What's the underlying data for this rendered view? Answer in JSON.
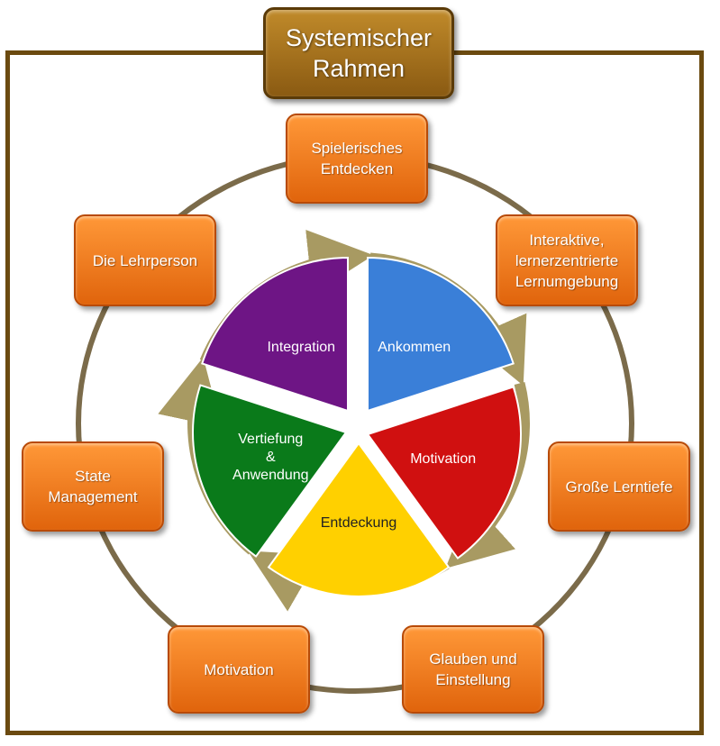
{
  "frame": {
    "title": "Systemischer\nRahmen"
  },
  "outer_boxes": [
    {
      "label": "Spielerisches\nEntdecken"
    },
    {
      "label": "Interaktive,\nlernerzentrierte\nLernumgebung"
    },
    {
      "label": "Große Lerntiefe"
    },
    {
      "label": "Glauben und\nEinstellung"
    },
    {
      "label": "Motivation"
    },
    {
      "label": "State\nManagement"
    },
    {
      "label": "Die Lehrperson"
    }
  ],
  "wheel": {
    "segments": [
      {
        "label": "Ankommen",
        "color": "#3a7fd8"
      },
      {
        "label": "Motivation",
        "color": "#d01010"
      },
      {
        "label": "Entdeckung",
        "color": "#ffd000"
      },
      {
        "label_lines": [
          "Vertiefung",
          "&",
          "Anwendung"
        ],
        "color": "#0a7a1a"
      },
      {
        "label": "Integration",
        "color": "#6e1585"
      }
    ],
    "arrow_color": "#a89a62"
  },
  "colors": {
    "frame": "#6b4a10",
    "box": "#f07a1c",
    "ring": "#7b6b4a"
  }
}
